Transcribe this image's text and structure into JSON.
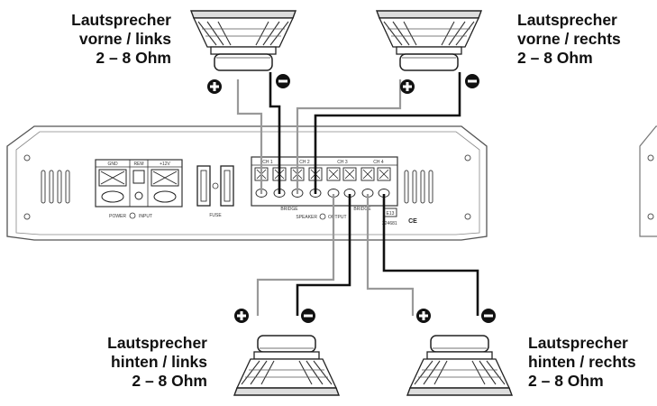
{
  "speakers": {
    "front_left": {
      "line1": "Lautsprecher",
      "line2": "vorne / links",
      "line3": "2 – 8 Ohm"
    },
    "front_right": {
      "line1": "Lautsprecher",
      "line2": "vorne / rechts",
      "line3": "2 – 8 Ohm"
    },
    "rear_left": {
      "line1": "Lautsprecher",
      "line2": "hinten / links",
      "line3": "2 – 8 Ohm"
    },
    "rear_right": {
      "line1": "Lautsprecher",
      "line2": "hinten / rechts",
      "line3": "2 – 8 Ohm"
    }
  },
  "amp": {
    "power_labels": [
      "GND",
      "REM",
      "+12V"
    ],
    "power_input": "POWER",
    "input": "INPUT",
    "fuse": "FUSE",
    "channels": [
      "CH 1",
      "CH 2",
      "CH 3",
      "CH 4"
    ],
    "bridge_labels": [
      "BRIDGE",
      "BRIDGE"
    ],
    "speaker_output": "SPEAKER",
    "output": "OUTPUT",
    "mark_e": "E13",
    "mark_num": "224681",
    "ce": "CE"
  },
  "polarity": {
    "plus": "+",
    "minus": "–"
  }
}
